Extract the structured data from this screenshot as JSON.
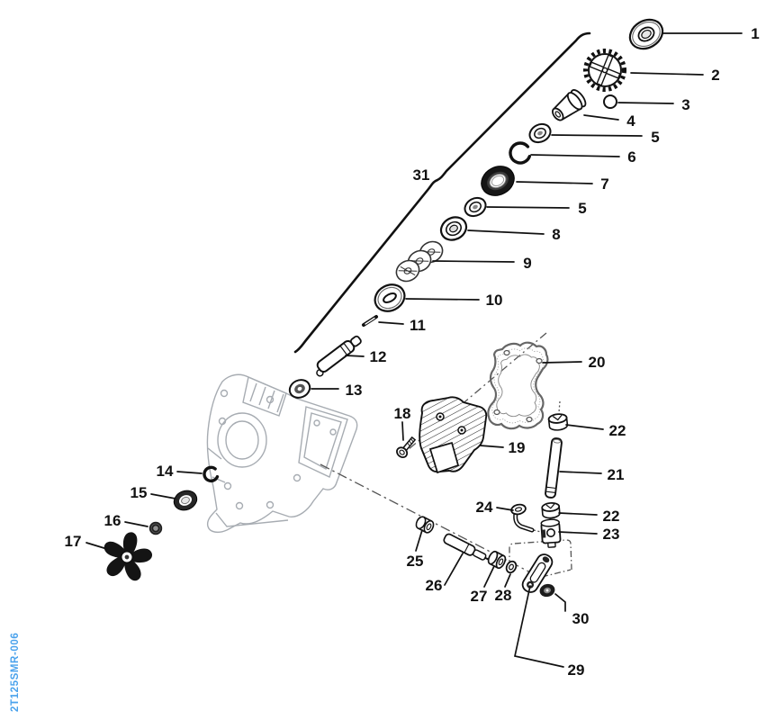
{
  "figure": {
    "side_code": "2T125SMR-006",
    "colors": {
      "background": "#ffffff",
      "line_art": "#111111",
      "case_line_art": "#a7acb2",
      "centerline_gray": "#555555",
      "side_code_blue": "#4aa2ec"
    },
    "callouts": {
      "c1": "1",
      "c2": "2",
      "c3": "3",
      "c4": "4",
      "c5a": "5",
      "c5b": "5",
      "c6": "6",
      "c7": "7",
      "c8": "8",
      "c9": "9",
      "c10": "10",
      "c11": "11",
      "c12": "12",
      "c13": "13",
      "c14": "14",
      "c15": "15",
      "c16": "16",
      "c17": "17",
      "c18": "18",
      "c19": "19",
      "c20": "20",
      "c21": "21",
      "c22a": "22",
      "c22b": "22",
      "c23": "23",
      "c24": "24",
      "c25": "25",
      "c26": "26",
      "c27": "27",
      "c28": "28",
      "c29": "29",
      "c30": "30",
      "c31": "31"
    }
  }
}
